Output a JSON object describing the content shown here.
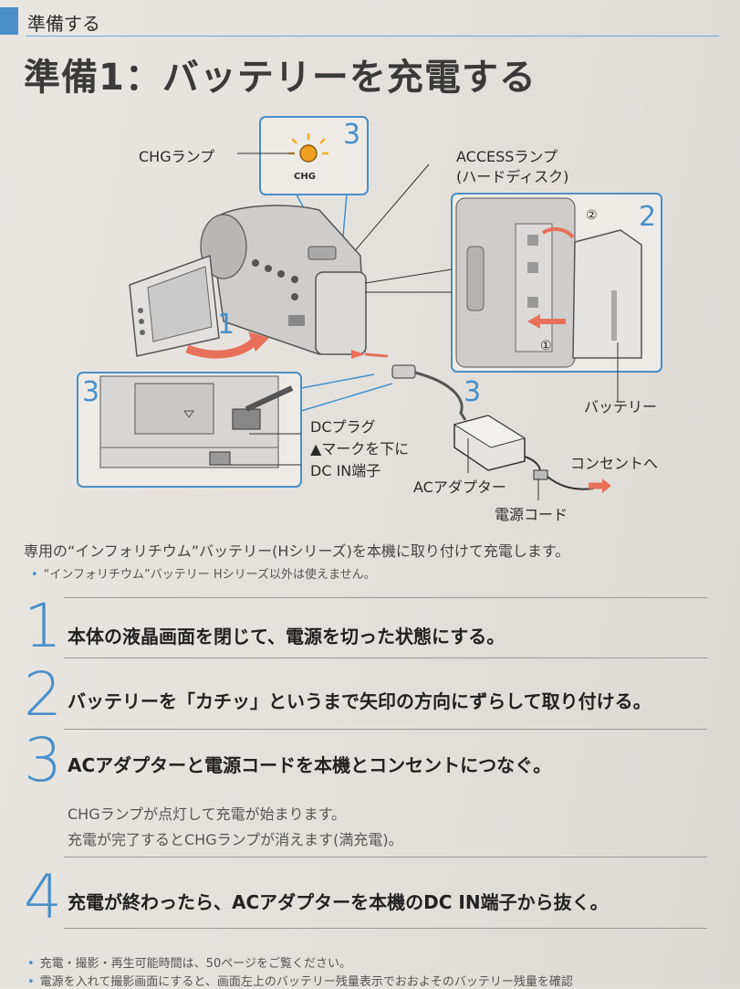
{
  "header": {
    "section_tag": "準備する",
    "title": "準備1：バッテリーを充電する"
  },
  "diagram": {
    "labels": {
      "chg_lamp": "CHGランプ",
      "chg": "CHG",
      "access_lamp_1": "ACCESSランプ",
      "access_lamp_2": "(ハードディスク)",
      "battery": "バッテリー",
      "dc_plug": "DCプラグ",
      "mark_down": "▲マークを下に",
      "dc_in": "DC IN端子",
      "ac_adapter": "ACアダプター",
      "power_cord": "電源コード",
      "to_outlet": "コンセントへ"
    },
    "callouts": {
      "n1": "1",
      "n2": "2",
      "n3a": "3",
      "n3b": "3",
      "n3c": "3",
      "c1": "①",
      "c2": "②"
    }
  },
  "intro": {
    "text": "専用の“インフォリチウム”バッテリー(Hシリーズ)を本機に取り付けて充電します。",
    "note": "“インフォリチウム”バッテリー Hシリーズ以外は使えません。"
  },
  "steps": [
    {
      "num": "1",
      "text": "本体の液晶画面を閉じて、電源を切った状態にする。"
    },
    {
      "num": "2",
      "text": "バッテリーを「カチッ」というまで矢印の方向にずらして取り付ける。"
    },
    {
      "num": "3",
      "text": "ACアダプターと電源コードを本機とコンセントにつなぐ。",
      "sub1": "CHGランプが点灯して充電が始まります。",
      "sub2": "充電が完了するとCHGランプが消えます(満充電)。"
    },
    {
      "num": "4",
      "text": "充電が終わったら、ACアダプターを本機のDC IN端子から抜く。"
    }
  ],
  "footnotes": [
    "充電・撮影・再生可能時間は、50ページをご覧ください。",
    "電源を入れて撮影画面にすると、画面左上のバッテリー残量表示でおおよそのバッテリー残量を確認"
  ],
  "colors": {
    "accent_blue": "#4a8fc8",
    "arrow_red": "#e8705a",
    "lamp_orange": "#f0a020"
  }
}
